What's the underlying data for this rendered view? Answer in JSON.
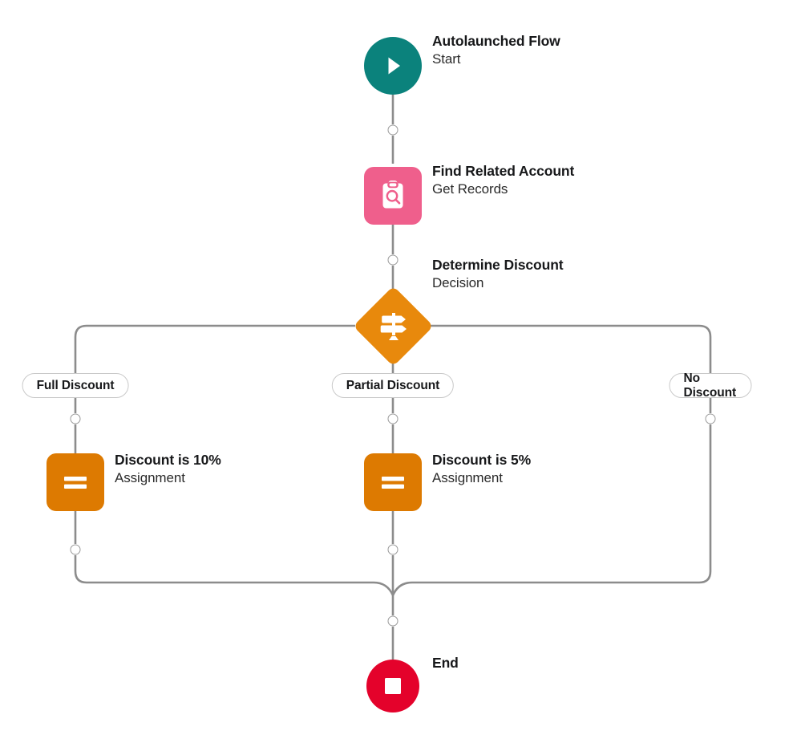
{
  "diagram": {
    "type": "salesforce-flow-builder-canvas",
    "title": "Autolaunched Flow",
    "colors": {
      "start": "#0b827c",
      "get_records": "#ef5f8c",
      "decision": "#e8890c",
      "assignment": "#dd7a01",
      "end": "#e4022b",
      "connector_line": "#8c8c8c",
      "connector_dot_border": "#9a9a9a",
      "pill_border": "#c9c9c9",
      "text_primary": "#17181a",
      "text_secondary": "#2b2b2b",
      "canvas_background": "#ffffff"
    },
    "nodes": [
      {
        "id": "start",
        "icon": "play-icon",
        "title": "Autolaunched Flow",
        "subtitle": "Start",
        "shape": "circle",
        "color": "#0b827c"
      },
      {
        "id": "get-records",
        "icon": "clipboard-search-icon",
        "title": "Find Related Account",
        "subtitle": "Get Records",
        "shape": "rounded-square",
        "color": "#ef5f8c"
      },
      {
        "id": "decision",
        "icon": "signpost-icon",
        "title": "Determine Discount",
        "subtitle": "Decision",
        "shape": "diamond",
        "color": "#e8890c"
      },
      {
        "id": "assignment-full",
        "icon": "equals-icon",
        "title": "Discount is 10%",
        "subtitle": "Assignment",
        "shape": "rounded-square",
        "color": "#dd7a01"
      },
      {
        "id": "assignment-partial",
        "icon": "equals-icon",
        "title": "Discount is 5%",
        "subtitle": "Assignment",
        "shape": "rounded-square",
        "color": "#dd7a01"
      },
      {
        "id": "end",
        "icon": "stop-icon",
        "title": "End",
        "subtitle": "",
        "shape": "circle",
        "color": "#e4022b"
      }
    ],
    "branches": [
      {
        "id": "full",
        "label": "Full Discount"
      },
      {
        "id": "partial",
        "label": "Partial Discount"
      },
      {
        "id": "none",
        "label": "No Discount"
      }
    ]
  }
}
